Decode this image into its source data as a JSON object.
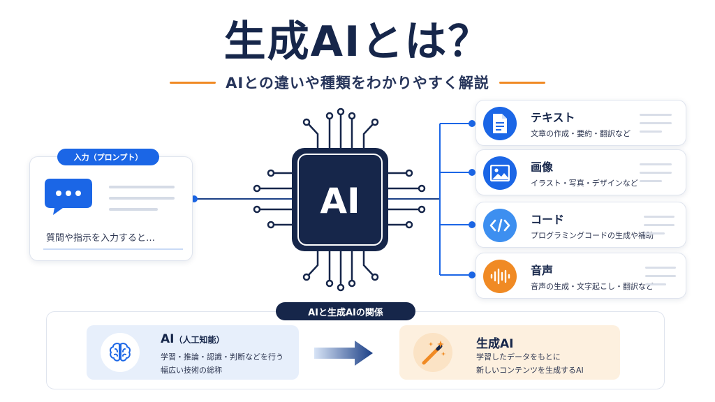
{
  "header": {
    "title": "生成AIとは？",
    "subtitle": "AIとの違いや種類をわかりやすく解説"
  },
  "input": {
    "badge": "入力（プロンプト）",
    "caption": "質問や指示を入力すると…",
    "icon": "chat-bubble-icon"
  },
  "center": {
    "label": "AI",
    "icon": "chip-icon"
  },
  "outputs": [
    {
      "title": "テキスト",
      "desc": "文章の作成・要約・翻訳など",
      "icon": "document-icon",
      "color": "#1b66e6"
    },
    {
      "title": "画像",
      "desc": "イラスト・写真・デザインなど",
      "icon": "image-icon",
      "color": "#1b66e6"
    },
    {
      "title": "コード",
      "desc": "プログラミングコードの生成や補助",
      "icon": "code-icon",
      "color": "#3d8ff0"
    },
    {
      "title": "音声",
      "desc": "音声の生成・文字起こし・翻訳など",
      "icon": "soundwave-icon",
      "color": "#f08a24"
    }
  ],
  "relation": {
    "badge": "AIと生成AIの関係",
    "ai": {
      "title": "AI",
      "title_sub": "（人工知能）",
      "desc_line1": "学習・推論・認識・判断などを行う",
      "desc_line2": "幅広い技術の総称",
      "icon": "brain-icon"
    },
    "gen": {
      "title": "生成AI",
      "desc_line1": "学習したデータをもとに",
      "desc_line2": "新しいコンテンツを生成するAI",
      "icon": "magic-wand-icon"
    }
  },
  "colors": {
    "navy": "#16264a",
    "blue": "#1b66e6",
    "orange": "#f08a24"
  }
}
